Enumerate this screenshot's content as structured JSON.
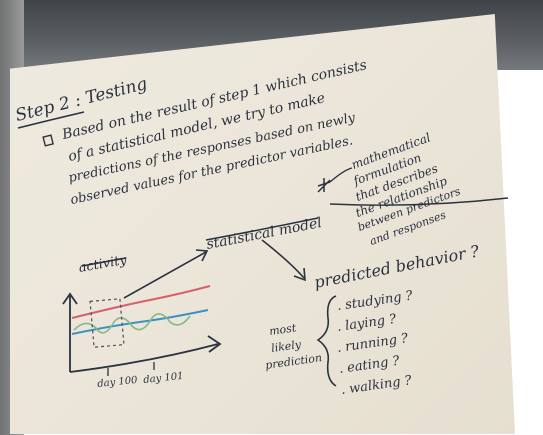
{
  "whiteboard": {
    "step_title": "Step 2 : Testing",
    "bullet_lines": [
      "Based on the result of step 1 which consists",
      "of a statistical model, we try to make",
      "predictions of the responses based on newly",
      "observed values for the predictor variables."
    ],
    "formulation_note": [
      "mathematical",
      "formulation",
      "that describes",
      "the relationship",
      "between predictors",
      "and responses"
    ],
    "statistical_model_label": "statistical model",
    "activity_label": "activity",
    "x_tick_labels": [
      "day 100",
      "day 101"
    ],
    "predicted_behavior_label": "predicted behavior ?",
    "most_likely_prediction": [
      "most",
      "likely",
      "prediction"
    ],
    "behaviors": [
      ". studying ?",
      ". laying ?",
      ". running ?",
      ". eating ?",
      ". walking ?"
    ],
    "colors": {
      "board": "#ebe6d9",
      "marker": "#2a3140",
      "red_line": "#d8606a",
      "blue_line": "#3d8fc6",
      "green_line": "#86b88a"
    }
  }
}
